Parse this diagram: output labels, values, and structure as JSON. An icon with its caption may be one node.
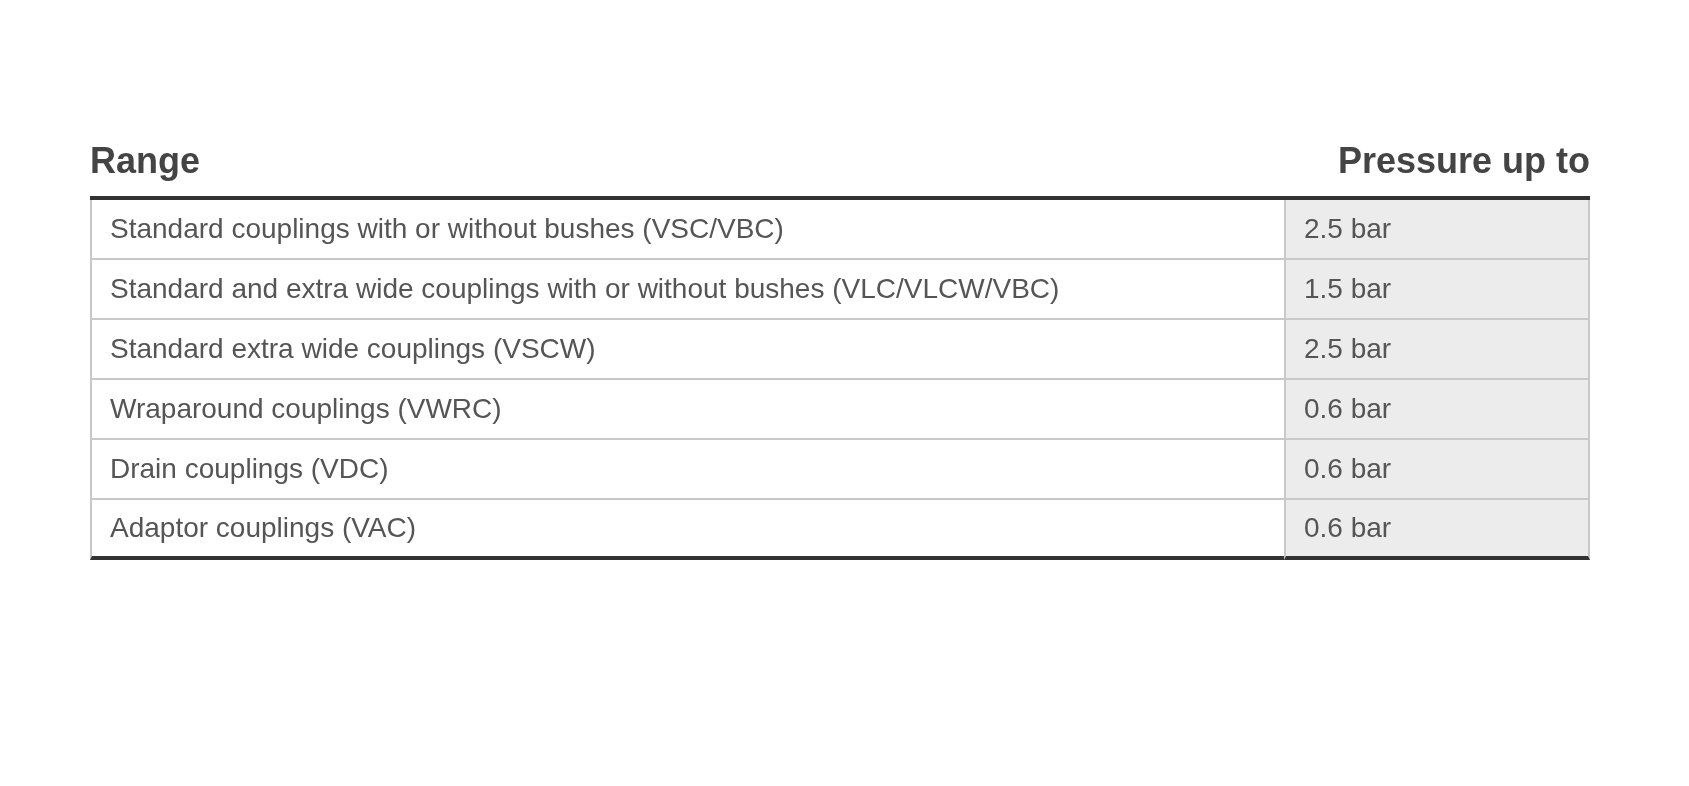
{
  "diagram": {
    "labels": [
      "Range",
      "Pressure up to",
      "Standard couplings with or without bushes (VSC/VBC)",
      "2.5 bar",
      "Standard and extra wide couplings with or without bushes (VLC/VLCW/VBC)",
      "1.5 bar",
      "Standard extra wide couplings (VSCW)",
      "2.5 bar",
      "Wraparound couplings (VWRC)",
      "0.6 bar",
      "Drain couplings (VDC)",
      "0.6 bar",
      "Adaptor couplings (VAC)",
      "0.6 bar"
    ]
  }
}
